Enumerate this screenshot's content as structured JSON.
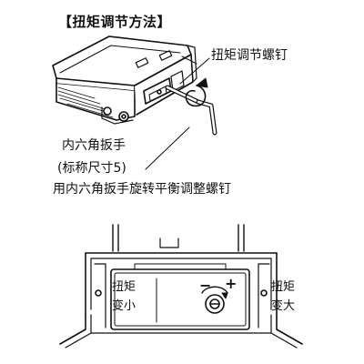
{
  "top_figure": {
    "title_open_bracket": "【",
    "title_text": "扭矩调节方法",
    "title_close_bracket": "】",
    "screw_callout": "扭矩调节螺钉"
  },
  "wrench_labels": {
    "name": "内六角扳手",
    "size": "(标称尺寸5)",
    "method": "用内六角扳手旋转平衡调整螺钉"
  },
  "bottom_figure": {
    "decrease_line1": "扭矩",
    "decrease_line2": "变小",
    "increase_line1": "扭矩",
    "increase_line2": "变大",
    "minus_symbol": "−",
    "plus_symbol": "+"
  }
}
